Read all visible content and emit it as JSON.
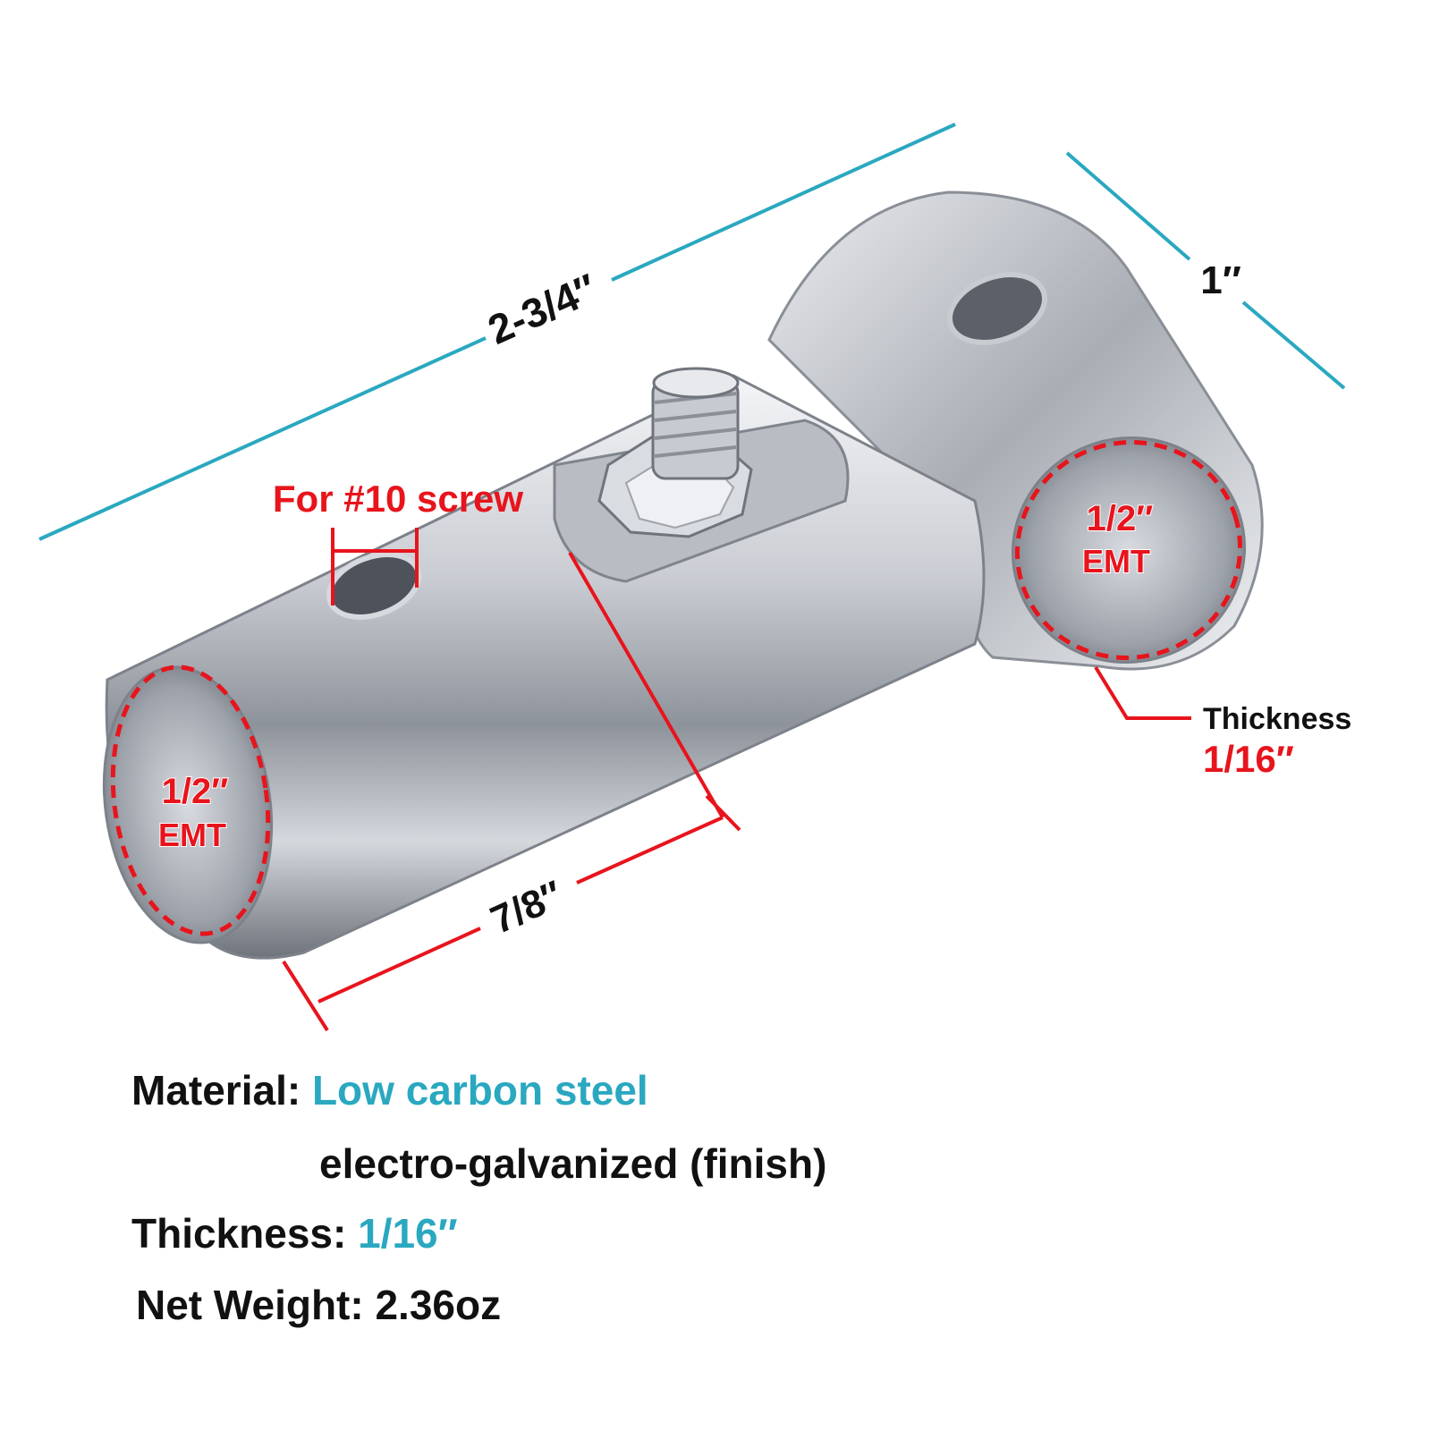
{
  "dimensions": {
    "length": "2-3/4″",
    "depth": "1″",
    "hole_spacing": "7/8″",
    "screw_hole": "For #10 screw",
    "left_opening": {
      "size": "1/2″",
      "type": "EMT"
    },
    "right_opening": {
      "size": "1/2″",
      "type": "EMT"
    },
    "wall_thickness": {
      "label": "Thickness",
      "value": "1/16″"
    }
  },
  "specs": {
    "material_label": "Material:",
    "material_value": "Low carbon steel",
    "finish": "electro-galvanized (finish)",
    "thickness_label": "Thickness:",
    "thickness_value": "1/16″",
    "weight_label": "Net Weight:",
    "weight_value": "2.36oz"
  },
  "colors": {
    "dimension_line": "#2aa8c0",
    "callout": "#e8141c",
    "text": "#111111"
  },
  "icons": [
    "pipe-fitting-illustration"
  ]
}
